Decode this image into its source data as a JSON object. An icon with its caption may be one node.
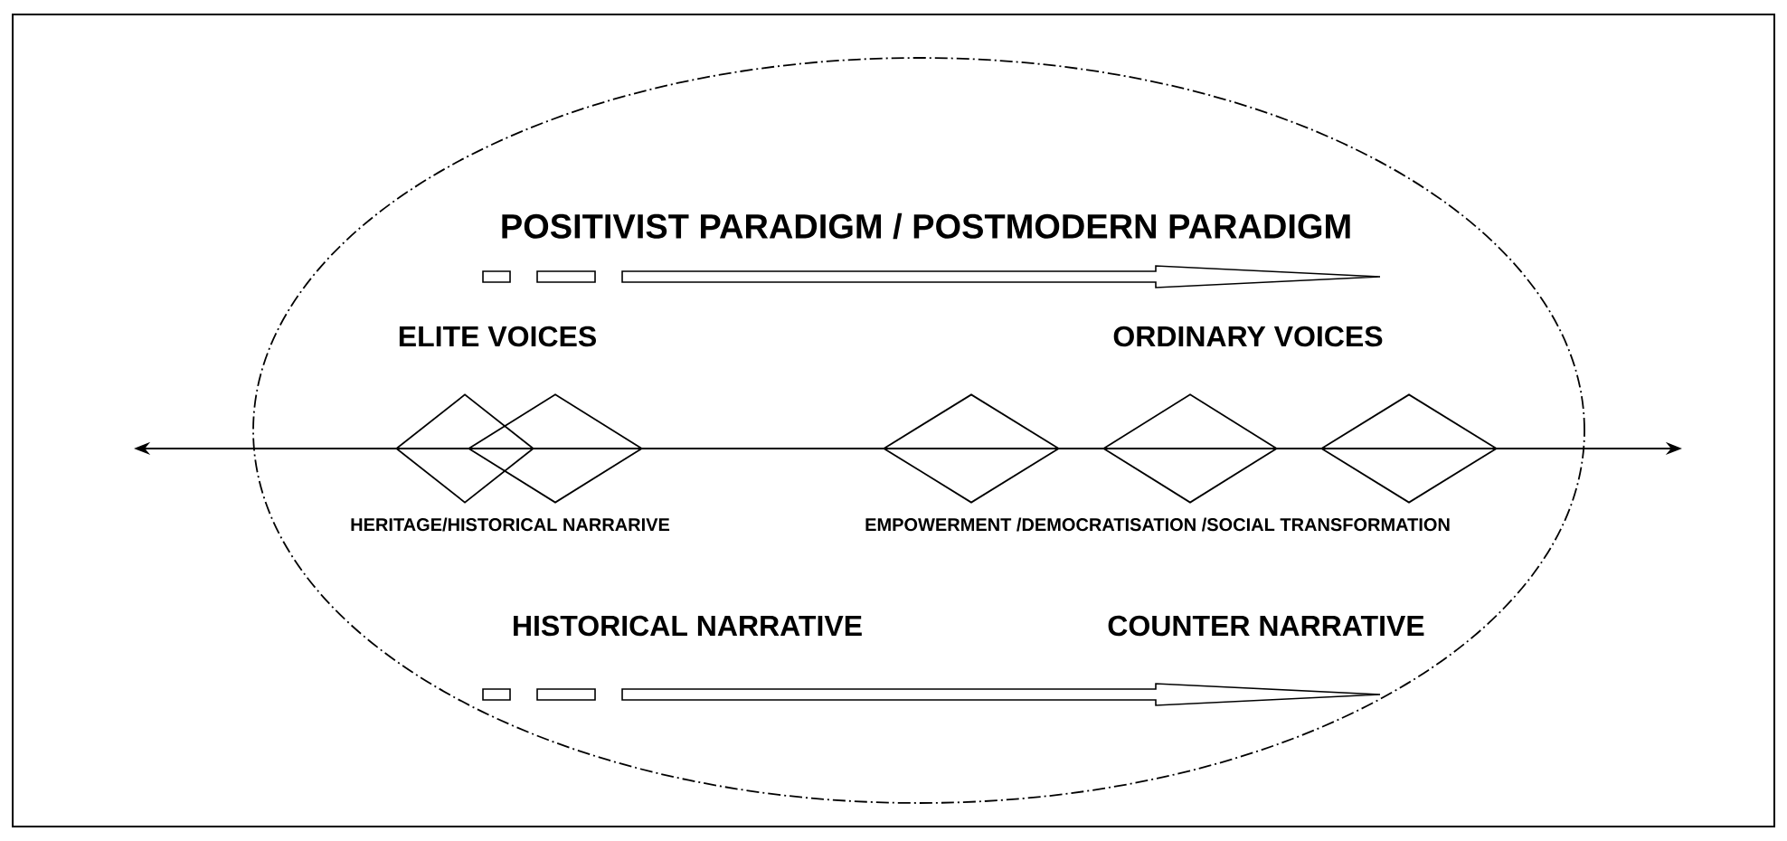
{
  "diagram": {
    "nodes": [
      {
        "text": [],
        "shape": "diamond"
      },
      {
        "text": [],
        "shape": "diamond"
      },
      {
        "text": [],
        "shape": "diamond"
      },
      {
        "text": [],
        "shape": "diamond"
      },
      {
        "text": [],
        "shape": "diamond"
      }
    ],
    "labels": [
      "POSITIVIST PARADIGM /  POSTMODERN PARADIGM",
      "ELITE VOICES",
      "ORDINARY VOICES",
      "HERITAGE/HISTORICAL NARRARIVE",
      "EMPOWERMENT /DEMOCRATISATION /SOCIAL TRANSFORMATION",
      "HISTORICAL NARRATIVE",
      "COUNTER NARRATIVE"
    ]
  }
}
